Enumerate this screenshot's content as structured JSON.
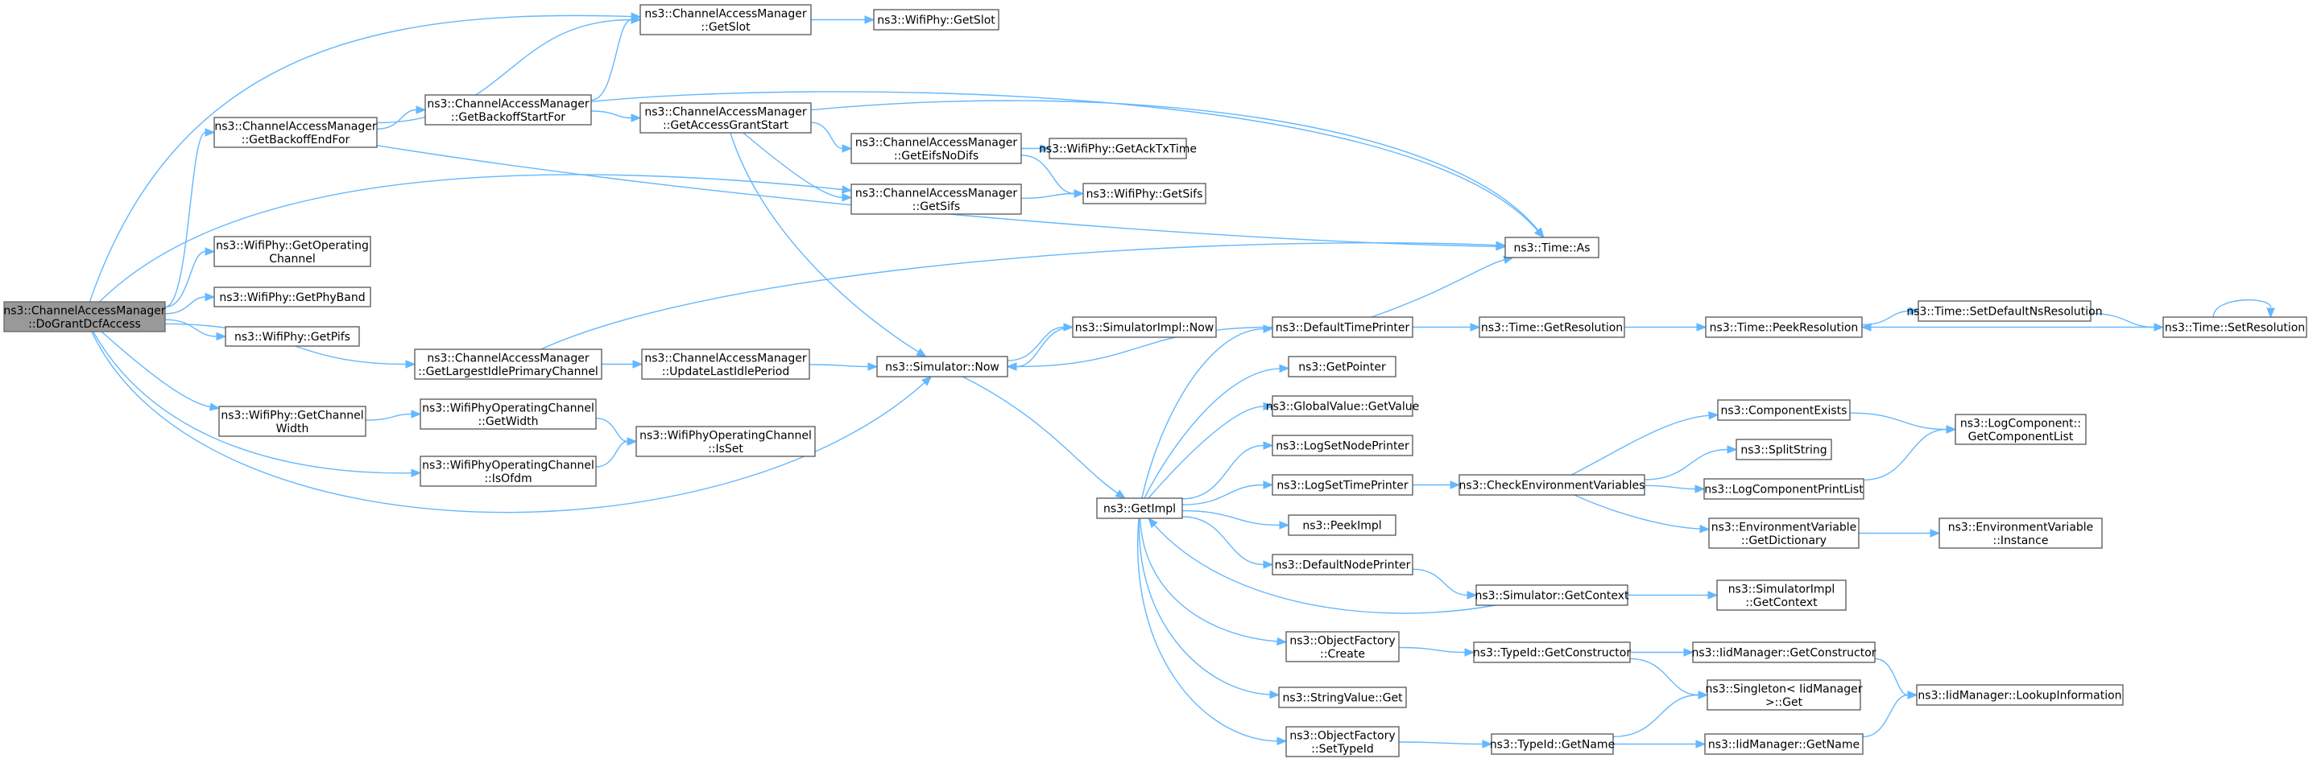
{
  "graph": {
    "nodes": [
      {
        "id": "doGrant",
        "lines": [
          "ns3::ChannelAccessManager",
          "::DoGrantDcfAccess"
        ],
        "highlighted": true
      },
      {
        "id": "getBackoffEnd",
        "lines": [
          "ns3::ChannelAccessManager",
          "::GetBackoffEndFor"
        ]
      },
      {
        "id": "getOpChan",
        "lines": [
          "ns3::WifiPhy::GetOperating",
          "Channel"
        ]
      },
      {
        "id": "getPhyBand",
        "lines": [
          "ns3::WifiPhy::GetPhyBand"
        ]
      },
      {
        "id": "getPifs",
        "lines": [
          "ns3::WifiPhy::GetPifs"
        ]
      },
      {
        "id": "getLargest",
        "lines": [
          "ns3::ChannelAccessManager",
          "::GetLargestIdlePrimaryChannel"
        ]
      },
      {
        "id": "getChanWidth",
        "lines": [
          "ns3::WifiPhy::GetChannel",
          "Width"
        ]
      },
      {
        "id": "opGetWidth",
        "lines": [
          "ns3::WifiPhyOperatingChannel",
          "::GetWidth"
        ]
      },
      {
        "id": "opIsOfdm",
        "lines": [
          "ns3::WifiPhyOperatingChannel",
          "::IsOfdm"
        ]
      },
      {
        "id": "getBackoffStart",
        "lines": [
          "ns3::ChannelAccessManager",
          "::GetBackoffStartFor"
        ]
      },
      {
        "id": "getSlotCAM",
        "lines": [
          "ns3::ChannelAccessManager",
          "::GetSlot"
        ]
      },
      {
        "id": "getAccessGrant",
        "lines": [
          "ns3::ChannelAccessManager",
          "::GetAccessGrantStart"
        ]
      },
      {
        "id": "getEifs",
        "lines": [
          "ns3::ChannelAccessManager",
          "::GetEifsNoDifs"
        ]
      },
      {
        "id": "getSifsCAM",
        "lines": [
          "ns3::ChannelAccessManager",
          "::GetSifs"
        ]
      },
      {
        "id": "updateLast",
        "lines": [
          "ns3::ChannelAccessManager",
          "::UpdateLastIdlePeriod"
        ]
      },
      {
        "id": "opIsSet",
        "lines": [
          "ns3::WifiPhyOperatingChannel",
          "::IsSet"
        ]
      },
      {
        "id": "phyGetSlot",
        "lines": [
          "ns3::WifiPhy::GetSlot"
        ]
      },
      {
        "id": "phyGetAck",
        "lines": [
          "ns3::WifiPhy::GetAckTxTime"
        ]
      },
      {
        "id": "phyGetSifs",
        "lines": [
          "ns3::WifiPhy::GetSifs"
        ]
      },
      {
        "id": "simNow",
        "lines": [
          "ns3::Simulator::Now"
        ]
      },
      {
        "id": "simImplNow",
        "lines": [
          "ns3::SimulatorImpl::Now"
        ]
      },
      {
        "id": "getImpl",
        "lines": [
          "ns3::GetImpl"
        ]
      },
      {
        "id": "defTimePrinter",
        "lines": [
          "ns3::DefaultTimePrinter"
        ]
      },
      {
        "id": "getPointer",
        "lines": [
          "ns3::GetPointer"
        ]
      },
      {
        "id": "gvGetValue",
        "lines": [
          "ns3::GlobalValue::GetValue"
        ]
      },
      {
        "id": "logSetNode",
        "lines": [
          "ns3::LogSetNodePrinter"
        ]
      },
      {
        "id": "logSetTime",
        "lines": [
          "ns3::LogSetTimePrinter"
        ]
      },
      {
        "id": "peekImpl",
        "lines": [
          "ns3::PeekImpl"
        ]
      },
      {
        "id": "defNodePrinter",
        "lines": [
          "ns3::DefaultNodePrinter"
        ]
      },
      {
        "id": "ofCreate",
        "lines": [
          "ns3::ObjectFactory",
          "::Create"
        ]
      },
      {
        "id": "svGet",
        "lines": [
          "ns3::StringValue::Get"
        ]
      },
      {
        "id": "ofSetTypeId",
        "lines": [
          "ns3::ObjectFactory",
          "::SetTypeId"
        ]
      },
      {
        "id": "timeAs",
        "lines": [
          "ns3::Time::As"
        ]
      },
      {
        "id": "timeGetRes",
        "lines": [
          "ns3::Time::GetResolution"
        ]
      },
      {
        "id": "timePeekRes",
        "lines": [
          "ns3::Time::PeekResolution"
        ]
      },
      {
        "id": "timeSetDefNs",
        "lines": [
          "ns3::Time::SetDefaultNsResolution"
        ]
      },
      {
        "id": "timeSetRes",
        "lines": [
          "ns3::Time::SetResolution"
        ]
      },
      {
        "id": "checkEnv",
        "lines": [
          "ns3::CheckEnvironmentVariables"
        ]
      },
      {
        "id": "compExists",
        "lines": [
          "ns3::ComponentExists"
        ]
      },
      {
        "id": "splitString",
        "lines": [
          "ns3::SplitString"
        ]
      },
      {
        "id": "logCompPrint",
        "lines": [
          "ns3::LogComponentPrintList"
        ]
      },
      {
        "id": "envGetDict",
        "lines": [
          "ns3::EnvironmentVariable",
          "::GetDictionary"
        ]
      },
      {
        "id": "logCompList",
        "lines": [
          "ns3::LogComponent::",
          "GetComponentList"
        ]
      },
      {
        "id": "envInstance",
        "lines": [
          "ns3::EnvironmentVariable",
          "::Instance"
        ]
      },
      {
        "id": "simGetContext",
        "lines": [
          "ns3::Simulator::GetContext"
        ]
      },
      {
        "id": "simImplGetCtx",
        "lines": [
          "ns3::SimulatorImpl",
          "::GetContext"
        ]
      },
      {
        "id": "typeGetCtor",
        "lines": [
          "ns3::TypeId::GetConstructor"
        ]
      },
      {
        "id": "iidGetCtor",
        "lines": [
          "ns3::IidManager::GetConstructor"
        ]
      },
      {
        "id": "singletonGet",
        "lines": [
          "ns3::Singleton< IidManager",
          " >::Get"
        ]
      },
      {
        "id": "iidLookup",
        "lines": [
          "ns3::IidManager::LookupInformation"
        ]
      },
      {
        "id": "typeGetName",
        "lines": [
          "ns3::TypeId::GetName"
        ]
      },
      {
        "id": "iidGetName",
        "lines": [
          "ns3::IidManager::GetName"
        ]
      }
    ],
    "edges": [
      [
        "doGrant",
        "getBackoffEnd"
      ],
      [
        "doGrant",
        "getOpChan"
      ],
      [
        "doGrant",
        "getPhyBand"
      ],
      [
        "doGrant",
        "getPifs"
      ],
      [
        "doGrant",
        "getLargest"
      ],
      [
        "doGrant",
        "getChanWidth"
      ],
      [
        "doGrant",
        "opIsOfdm"
      ],
      [
        "doGrant",
        "getSlotCAM"
      ],
      [
        "doGrant",
        "getSifsCAM"
      ],
      [
        "doGrant",
        "simNow"
      ],
      [
        "getBackoffEnd",
        "getBackoffStart"
      ],
      [
        "getBackoffEnd",
        "getSlotCAM"
      ],
      [
        "getBackoffEnd",
        "timeAs"
      ],
      [
        "getBackoffStart",
        "getSlotCAM"
      ],
      [
        "getBackoffStart",
        "getAccessGrant"
      ],
      [
        "getBackoffStart",
        "timeAs"
      ],
      [
        "getSlotCAM",
        "phyGetSlot"
      ],
      [
        "getAccessGrant",
        "getEifs"
      ],
      [
        "getAccessGrant",
        "getSifsCAM"
      ],
      [
        "getAccessGrant",
        "timeAs"
      ],
      [
        "getAccessGrant",
        "simNow"
      ],
      [
        "getEifs",
        "phyGetAck"
      ],
      [
        "getEifs",
        "phyGetSifs"
      ],
      [
        "getSifsCAM",
        "phyGetSifs"
      ],
      [
        "getLargest",
        "timeAs"
      ],
      [
        "getLargest",
        "updateLast"
      ],
      [
        "updateLast",
        "simNow"
      ],
      [
        "getChanWidth",
        "opGetWidth"
      ],
      [
        "opGetWidth",
        "opIsSet"
      ],
      [
        "opIsOfdm",
        "opIsSet"
      ],
      [
        "simNow",
        "simImplNow"
      ],
      [
        "simNow",
        "getImpl"
      ],
      [
        "simImplNow",
        "simNow"
      ],
      [
        "getImpl",
        "defTimePrinter"
      ],
      [
        "getImpl",
        "getPointer"
      ],
      [
        "getImpl",
        "gvGetValue"
      ],
      [
        "getImpl",
        "logSetNode"
      ],
      [
        "getImpl",
        "logSetTime"
      ],
      [
        "getImpl",
        "peekImpl"
      ],
      [
        "getImpl",
        "defNodePrinter"
      ],
      [
        "getImpl",
        "ofCreate"
      ],
      [
        "getImpl",
        "svGet"
      ],
      [
        "getImpl",
        "ofSetTypeId"
      ],
      [
        "defTimePrinter",
        "simNow"
      ],
      [
        "defTimePrinter",
        "timeAs"
      ],
      [
        "defTimePrinter",
        "timeGetRes"
      ],
      [
        "timeGetRes",
        "timePeekRes"
      ],
      [
        "timePeekRes",
        "timeSetDefNs"
      ],
      [
        "timeSetDefNs",
        "timeSetRes"
      ],
      [
        "timeSetRes",
        "timePeekRes"
      ],
      [
        "timeSetRes",
        "timeSetRes"
      ],
      [
        "logSetTime",
        "checkEnv"
      ],
      [
        "checkEnv",
        "compExists"
      ],
      [
        "checkEnv",
        "splitString"
      ],
      [
        "checkEnv",
        "logCompPrint"
      ],
      [
        "checkEnv",
        "envGetDict"
      ],
      [
        "compExists",
        "logCompList"
      ],
      [
        "logCompPrint",
        "logCompList"
      ],
      [
        "envGetDict",
        "envInstance"
      ],
      [
        "defNodePrinter",
        "simGetContext"
      ],
      [
        "simGetContext",
        "getImpl"
      ],
      [
        "simGetContext",
        "simImplGetCtx"
      ],
      [
        "ofCreate",
        "typeGetCtor"
      ],
      [
        "typeGetCtor",
        "iidGetCtor"
      ],
      [
        "typeGetCtor",
        "singletonGet"
      ],
      [
        "iidGetCtor",
        "iidLookup"
      ],
      [
        "ofSetTypeId",
        "typeGetName"
      ],
      [
        "typeGetName",
        "singletonGet"
      ],
      [
        "typeGetName",
        "iidGetName"
      ],
      [
        "iidGetName",
        "iidLookup"
      ]
    ]
  }
}
